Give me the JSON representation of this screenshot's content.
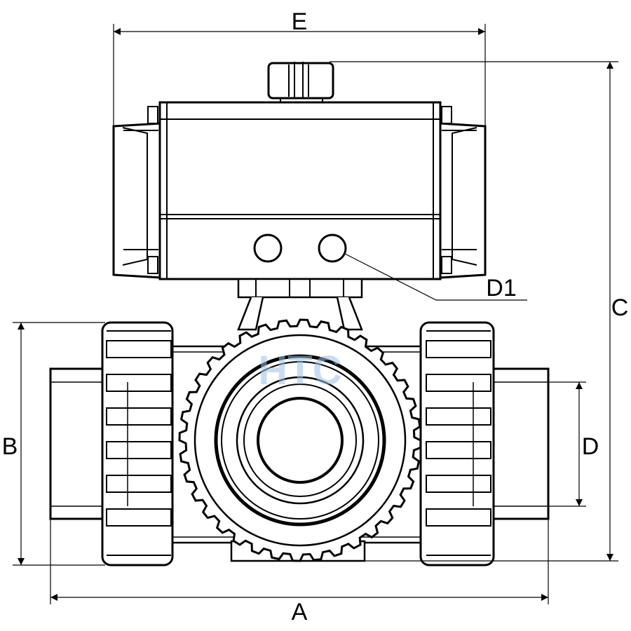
{
  "labels": {
    "a": "A",
    "b": "B",
    "c": "C",
    "d": "D",
    "d1": "D1",
    "e": "E"
  },
  "watermark": "HTC",
  "colors": {
    "line": "#000000",
    "background": "#ffffff",
    "watermark": "#9cc3e6"
  }
}
